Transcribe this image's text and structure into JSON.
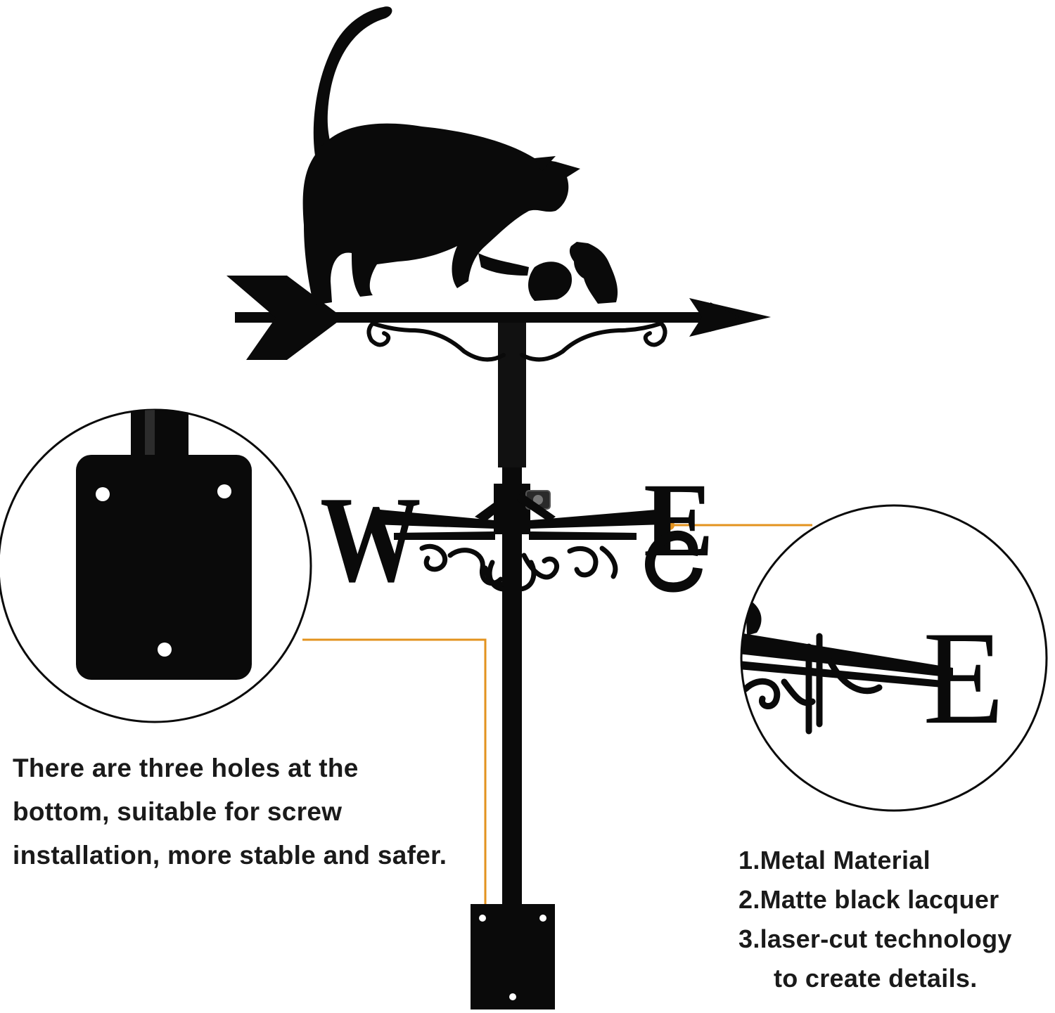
{
  "product": {
    "motif": "cat-and-mouse-weathervane",
    "finish_color": "#0a0a0a",
    "accent_color": "#e3931f"
  },
  "compass": {
    "west_letter": "W",
    "east_letter": "E"
  },
  "zoom_detail": {
    "east_letter": "E"
  },
  "caption_left": {
    "line1": "There are three holes at the",
    "line2": "bottom, suitable for screw",
    "line3": "installation, more stable and safer."
  },
  "features": {
    "item1": "1.Metal Material",
    "item2": "2.Matte black lacquer",
    "item3a": "3.laser-cut technology",
    "item3b": "to create details."
  },
  "icons": {
    "base_plate_closeup": "mounting-plate-icon",
    "east_closeup": "east-arm-icon"
  }
}
